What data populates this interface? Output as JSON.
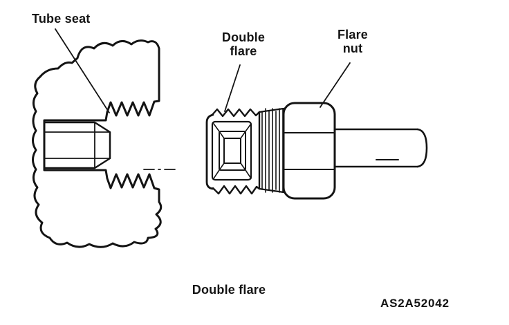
{
  "labels": {
    "tube_seat": "Tube seat",
    "double_flare": "Double\nflare",
    "flare_nut": "Flare\nnut"
  },
  "caption": "Double flare",
  "figure_code": "AS2A52042",
  "colors": {
    "ink": "#141414",
    "paper": "#ffffff"
  }
}
